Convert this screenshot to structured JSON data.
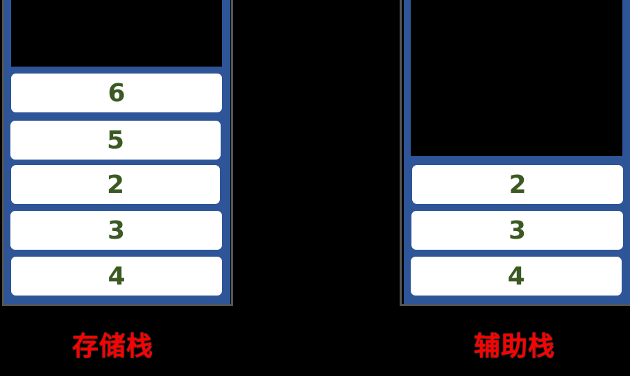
{
  "colors": {
    "wall": "#2e5597",
    "cell": "#ffffff",
    "number": "#3b5a23",
    "label": "#ff0000",
    "background": "#000000"
  },
  "stacks": [
    {
      "label": "存储栈",
      "items_top_to_bottom": [
        "6",
        "5",
        "2",
        "3",
        "4"
      ]
    },
    {
      "label": "辅助栈",
      "items_top_to_bottom": [
        "2",
        "3",
        "4"
      ]
    }
  ]
}
